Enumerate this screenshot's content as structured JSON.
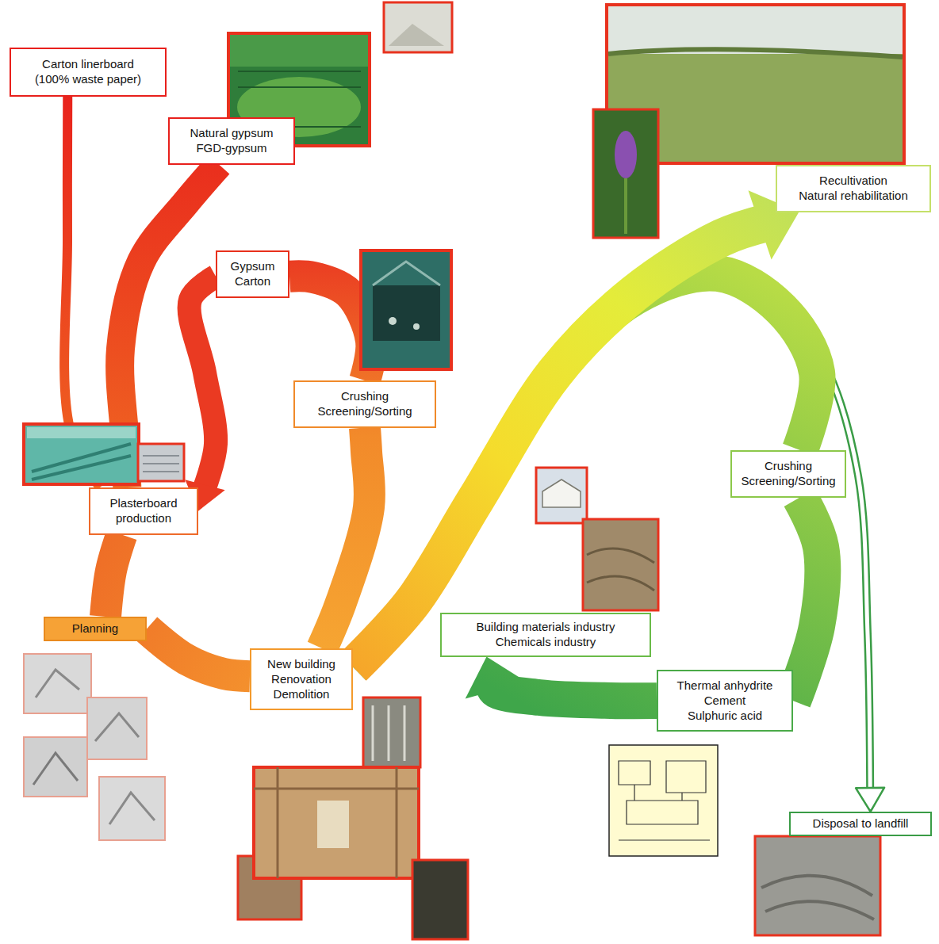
{
  "diagram": {
    "nodes": [
      {
        "text": [
          "Carton linerboard (100% waste paper)"
        ]
      },
      {
        "text": [
          "Natural gypsum",
          "FGD-gypsum"
        ]
      },
      {
        "text": [
          "Gypsum",
          "Carton"
        ]
      },
      {
        "text": [
          "Crushing",
          "Screening/Sorting"
        ]
      },
      {
        "text": [
          "Plasterboard production"
        ]
      },
      {
        "text": [
          "Planning"
        ]
      },
      {
        "text": [
          "New building",
          "Renovation",
          "Demolition"
        ]
      },
      {
        "text": [
          "Recultivation",
          "Natural rehabilitation"
        ]
      },
      {
        "text": [
          "Crushing",
          "Screening/Sorting"
        ]
      },
      {
        "text": [
          "Building materials industry",
          "Chemicals industry"
        ]
      },
      {
        "text": [
          "Thermal anhydrite",
          "Cement",
          "Sulphuric acid"
        ]
      },
      {
        "text": [
          "Disposal to landfill"
        ]
      }
    ],
    "edges": [
      {
        "from": 0,
        "to": 4,
        "arrow": "none"
      },
      {
        "from": 1,
        "to": 4,
        "arrow": "none"
      },
      {
        "from": 3,
        "to": 2,
        "arrow": "none"
      },
      {
        "from": 2,
        "to": 4,
        "arrow": "to"
      },
      {
        "from": 4,
        "to": 5,
        "arrow": "none"
      },
      {
        "from": 5,
        "to": 6,
        "arrow": "none"
      },
      {
        "from": 6,
        "to": 3,
        "arrow": "none"
      },
      {
        "from": 6,
        "to": 7,
        "arrow": "to"
      },
      {
        "from": 6,
        "to": 8,
        "arrow": "none"
      },
      {
        "from": 8,
        "to": 10,
        "arrow": "none"
      },
      {
        "from": 10,
        "to": 9,
        "arrow": "to"
      },
      {
        "from": 6,
        "to": 11,
        "arrow": "to"
      }
    ]
  }
}
